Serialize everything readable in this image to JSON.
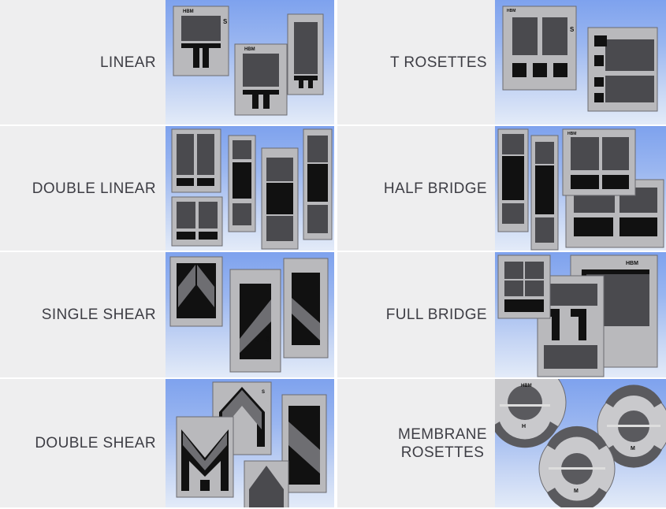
{
  "gauge_types": [
    {
      "label": "LINEAR",
      "image": "linear-strain-gauges-image"
    },
    {
      "label": "T ROSETTES",
      "image": "t-rosette-strain-gauges-image"
    },
    {
      "label": "DOUBLE LINEAR",
      "image": "double-linear-strain-gauges-image"
    },
    {
      "label": "HALF BRIDGE",
      "image": "half-bridge-strain-gauges-image"
    },
    {
      "label": "SINGLE SHEAR",
      "image": "single-shear-strain-gauges-image"
    },
    {
      "label": "FULL BRIDGE",
      "image": "full-bridge-strain-gauges-image"
    },
    {
      "label": "DOUBLE SHEAR",
      "image": "double-shear-strain-gauges-image"
    },
    {
      "label": "MEMBRANE\nROSETTES",
      "image": "membrane-rosette-strain-gauges-image"
    }
  ],
  "image_markings": {
    "brand": "HBM",
    "side_mark": "S",
    "membrane_marks": [
      "H",
      "M",
      "M"
    ]
  },
  "colors": {
    "label_background": "#eeeeef",
    "label_text": "#3d3d44",
    "image_background_top": "#7ea2ee",
    "image_background_bottom": "#e3ebf8",
    "gauge_carrier": "#b9b9bc",
    "gauge_grid": "#4a4a4e",
    "gauge_tabs": "#111111"
  }
}
